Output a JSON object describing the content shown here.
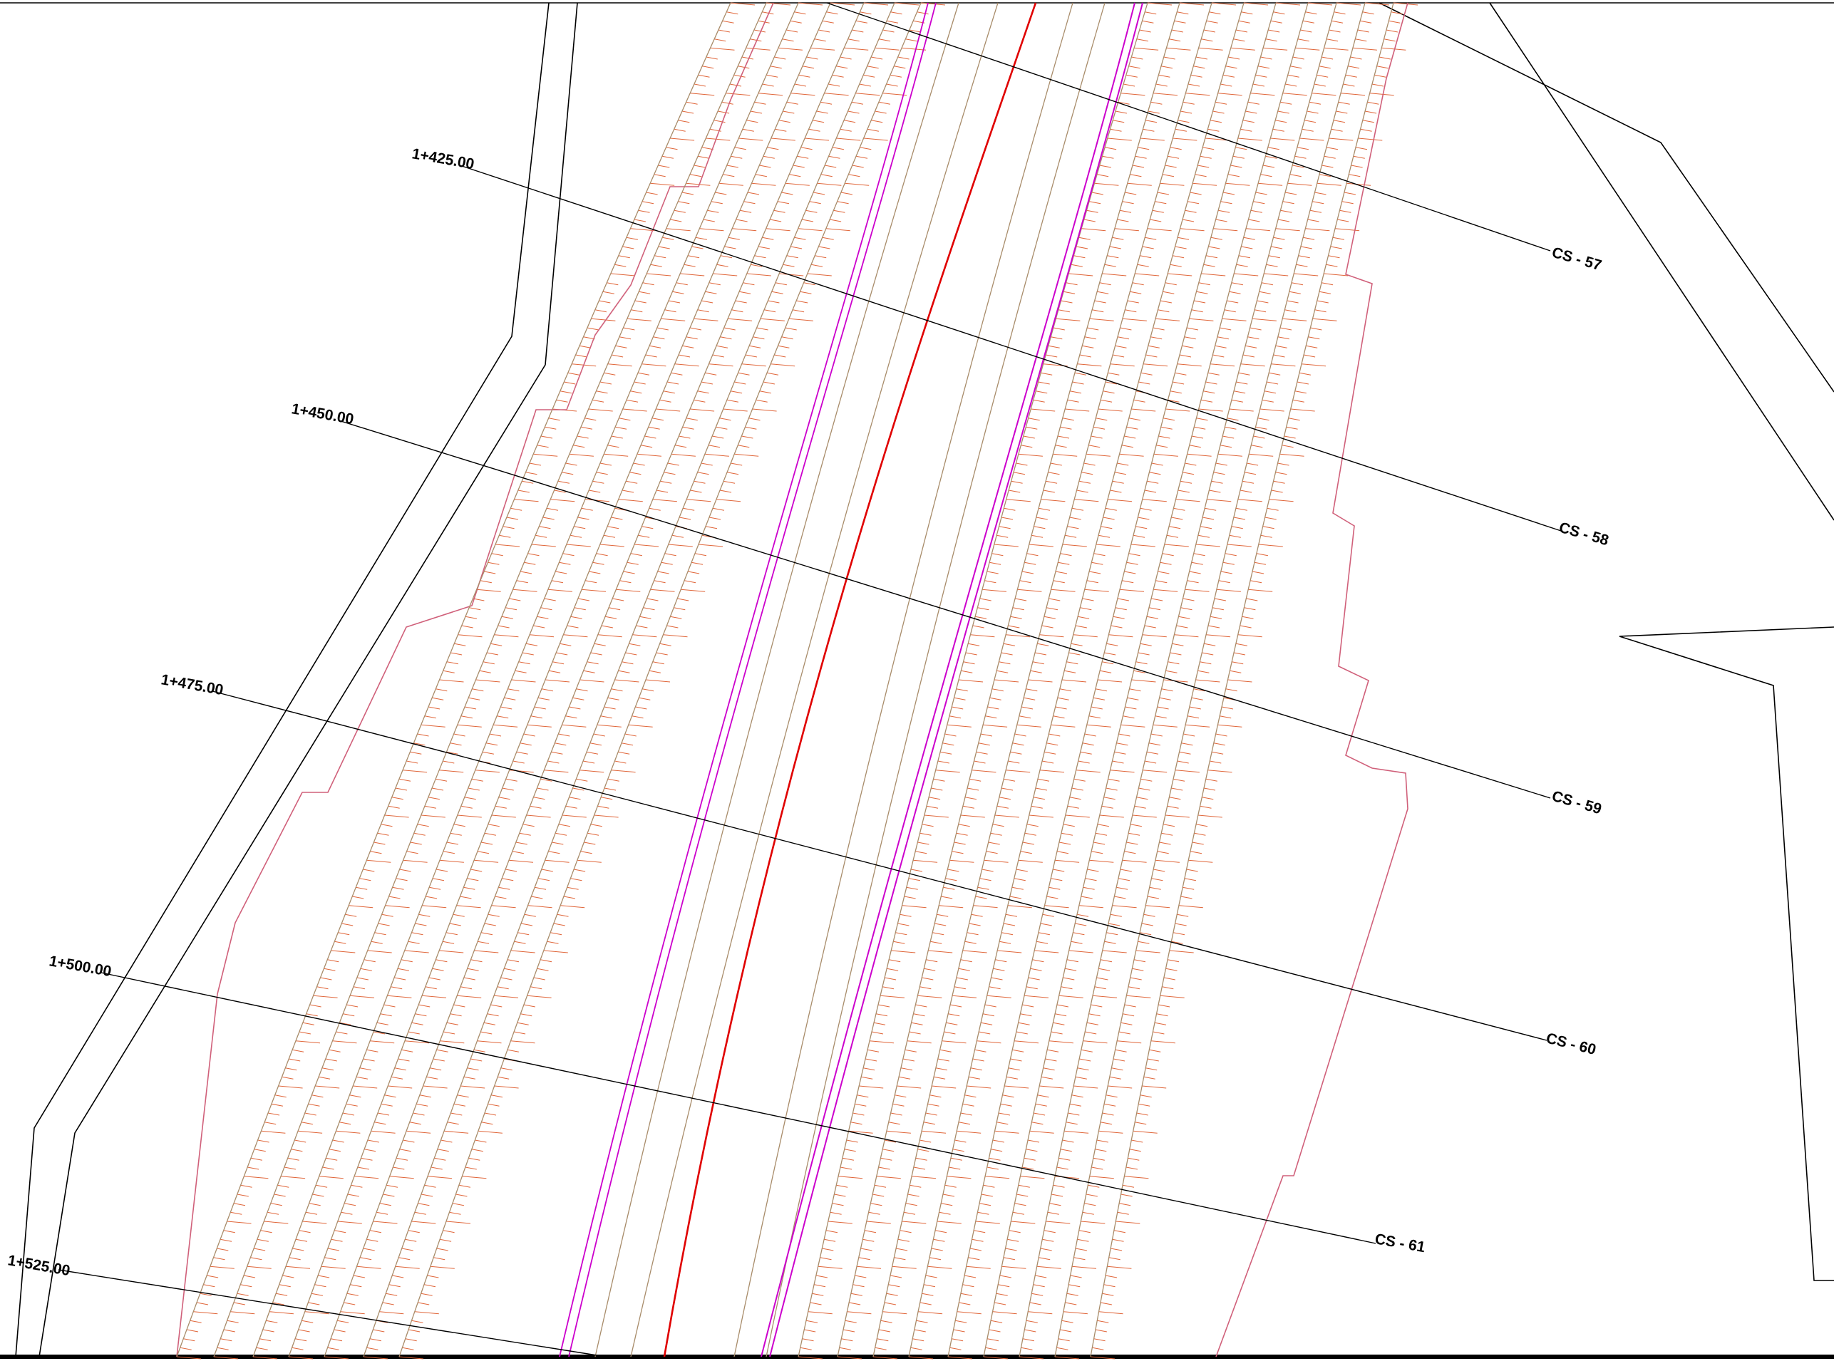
{
  "drawing": {
    "type": "road plan with cross-section lines",
    "colors": {
      "background": "#ffffff",
      "linework": "#000000",
      "centerline": "#e00000",
      "lane_edge": "#cc00cc",
      "slope_hatch": "#e0663a",
      "grading_boundary": "#d0607a",
      "offset_lines": "#a88c6a"
    }
  },
  "chainages": [
    {
      "label": "1+425.00"
    },
    {
      "label": "1+450.00"
    },
    {
      "label": "1+475.00"
    },
    {
      "label": "1+500.00"
    },
    {
      "label": "1+525.00"
    }
  ],
  "sections": [
    {
      "label": "CS - 57"
    },
    {
      "label": "CS - 58"
    },
    {
      "label": "CS - 59"
    },
    {
      "label": "CS - 60"
    },
    {
      "label": "CS - 61"
    }
  ]
}
